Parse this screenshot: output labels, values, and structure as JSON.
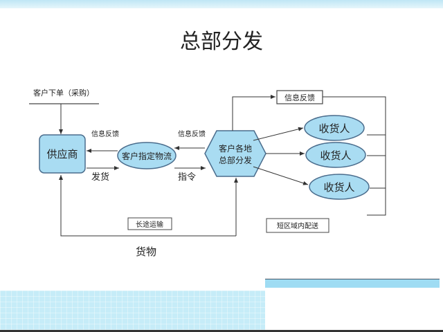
{
  "title": "总部分发",
  "order_label": "客户下单（采购）",
  "supplier": "供应商",
  "logistics": "客户指定物流",
  "hub": [
    "客户各地",
    "总部分发"
  ],
  "receivers": [
    "收货人",
    "收货人",
    "收货人"
  ],
  "feedback_left": "信息反馈",
  "feedback_mid": "信息反馈",
  "feedback_box": "信息反馈",
  "ship_label": "发货",
  "command_label": "指令",
  "long_haul": "长途运输",
  "local_delivery": "短区域内配送",
  "goods_label": "货物",
  "colors": {
    "shape_fill": "#a9dcf2",
    "shape_stroke": "#4a6c8c"
  }
}
